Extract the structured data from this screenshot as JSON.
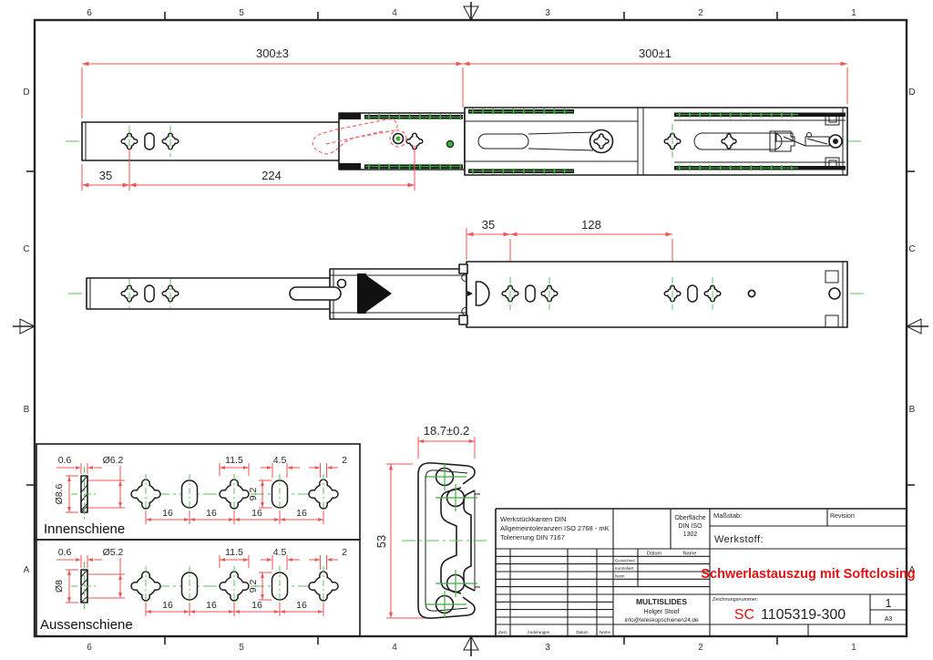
{
  "border": {
    "cols": [
      "6",
      "5",
      "4",
      "3",
      "2",
      "1"
    ],
    "rows": [
      "D",
      "C",
      "B",
      "A"
    ]
  },
  "top_view": {
    "dim_total_inner": "300±3",
    "dim_total_outer": "300±1",
    "dim_end_offset": "35",
    "dim_hole_span": "224"
  },
  "middle_view": {
    "dim_offset": "35",
    "dim_span": "128"
  },
  "section_view": {
    "dim_width": "18.7±0.2",
    "dim_height": "53"
  },
  "innenschiene": {
    "label": "Innenschiene",
    "dim_thickness": "0.6",
    "dim_hole": "Ø6.2",
    "dim_head": "Ø8.6",
    "dim_cross": "11.5",
    "dim_slot_w": "4.5",
    "dim_edge": "2",
    "dim_slot_h": "9.2",
    "pitch": [
      "16",
      "16",
      "16",
      "16"
    ]
  },
  "aussenschiene": {
    "label": "Aussenschiene",
    "dim_thickness": "0.6",
    "dim_hole": "Ø5.2",
    "dim_head": "Ø8",
    "dim_cross": "11.5",
    "dim_slot_w": "4.5",
    "dim_edge": "2",
    "dim_slot_h": "9.2",
    "pitch": [
      "16",
      "16",
      "16",
      "16"
    ]
  },
  "title_block": {
    "edges_note_1": "Werkstückkanten DIN",
    "edges_note_2": "Allgemeintoleranzen ISO 2768 - mK",
    "edges_note_3": "Tolerierung DIN 7167",
    "surface_1": "Oberfläche",
    "surface_2": "DIN ISO",
    "surface_3": "1302",
    "scale_label": "Maßstab:",
    "revision_label": "Revision",
    "material_label": "Werkstoff:",
    "col_date": "Datum",
    "col_name": "Name",
    "row_drawn": "Gezeichnet",
    "row_checked": "Kontrolliert",
    "row_standard": "Norm",
    "company_name": "MULTISLIDES",
    "company_contact": "Holger Stoof",
    "company_email": "info@teleskopschienen24.de",
    "number_label": "Zeichnungsnummer:",
    "number_prefix": "SC",
    "number_value": "1105319-300",
    "part_title": "Schwerlastauszug mit Softclosing",
    "sheet": "1",
    "format": "A3",
    "rev_col_state": "Zust.",
    "rev_col_changes": "Änderungen",
    "rev_col_date": "Datum",
    "rev_col_name": "Name"
  },
  "colors": {
    "dimension_line": "#f05454",
    "centerline_green": "#58c158",
    "outline": "#1c1c1c",
    "highlight_red": "#e01212"
  }
}
